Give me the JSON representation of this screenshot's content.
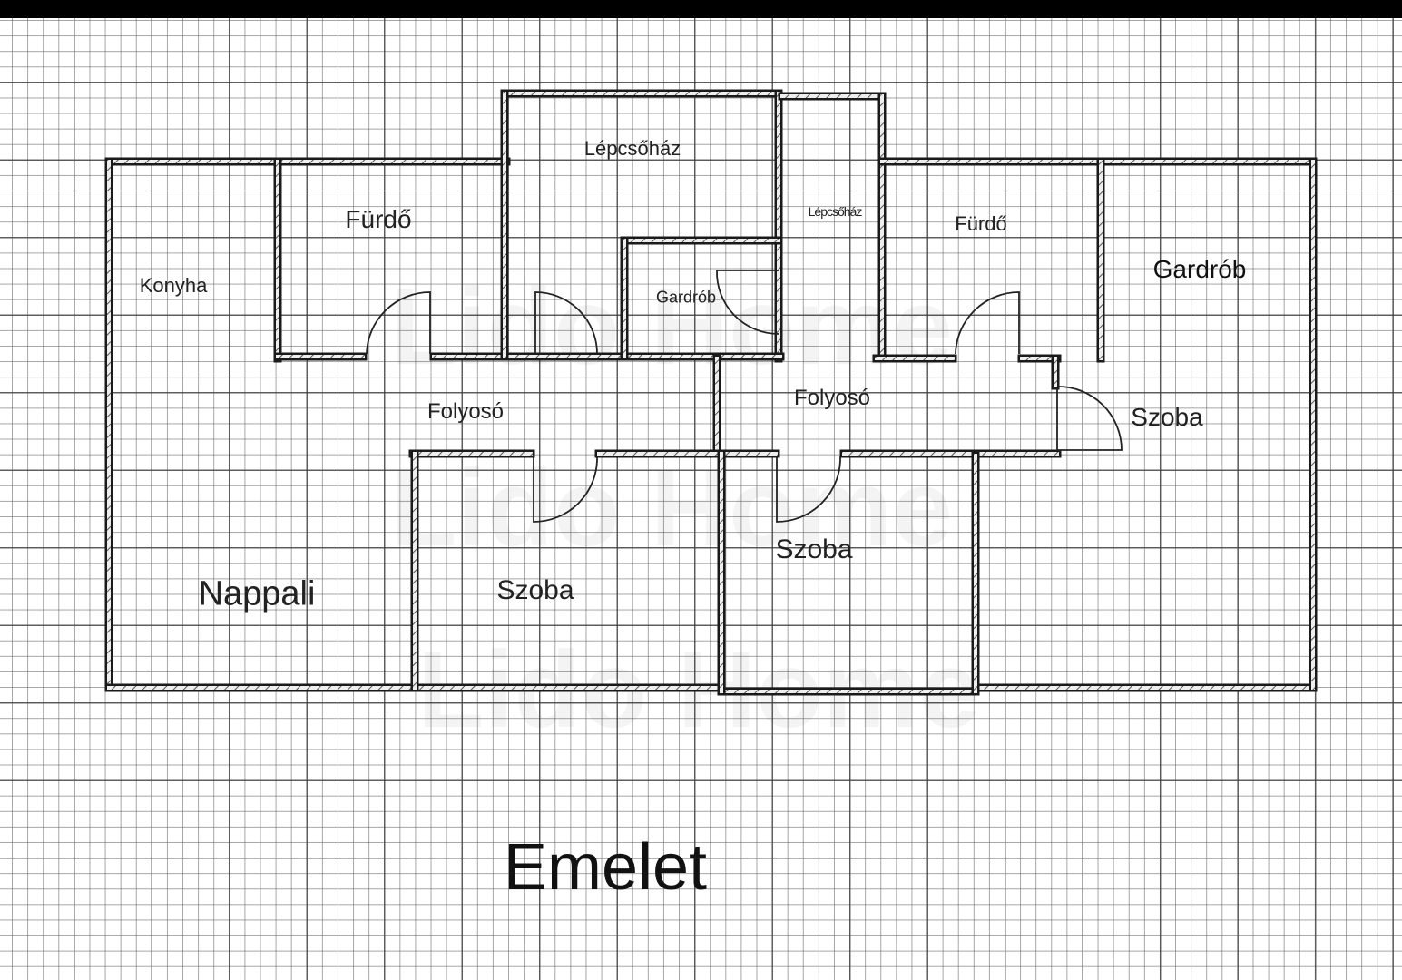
{
  "title": "Emelet",
  "watermark": "Lido Home",
  "rooms": {
    "konyha": "Konyha",
    "furdo_left": "Fürdő",
    "lepcsohaz_main": "Lépcsőház",
    "lepcsohaz_small": "Lépcsőház",
    "gardrob_small": "Gardrób",
    "furdo_right": "Fürdő",
    "gardrob_right": "Gardrób",
    "folyoso_left": "Folyosó",
    "folyoso_right": "Folyosó",
    "szoba_right": "Szoba",
    "nappali": "Nappali",
    "szoba_middle": "Szoba",
    "szoba_center": "Szoba"
  }
}
